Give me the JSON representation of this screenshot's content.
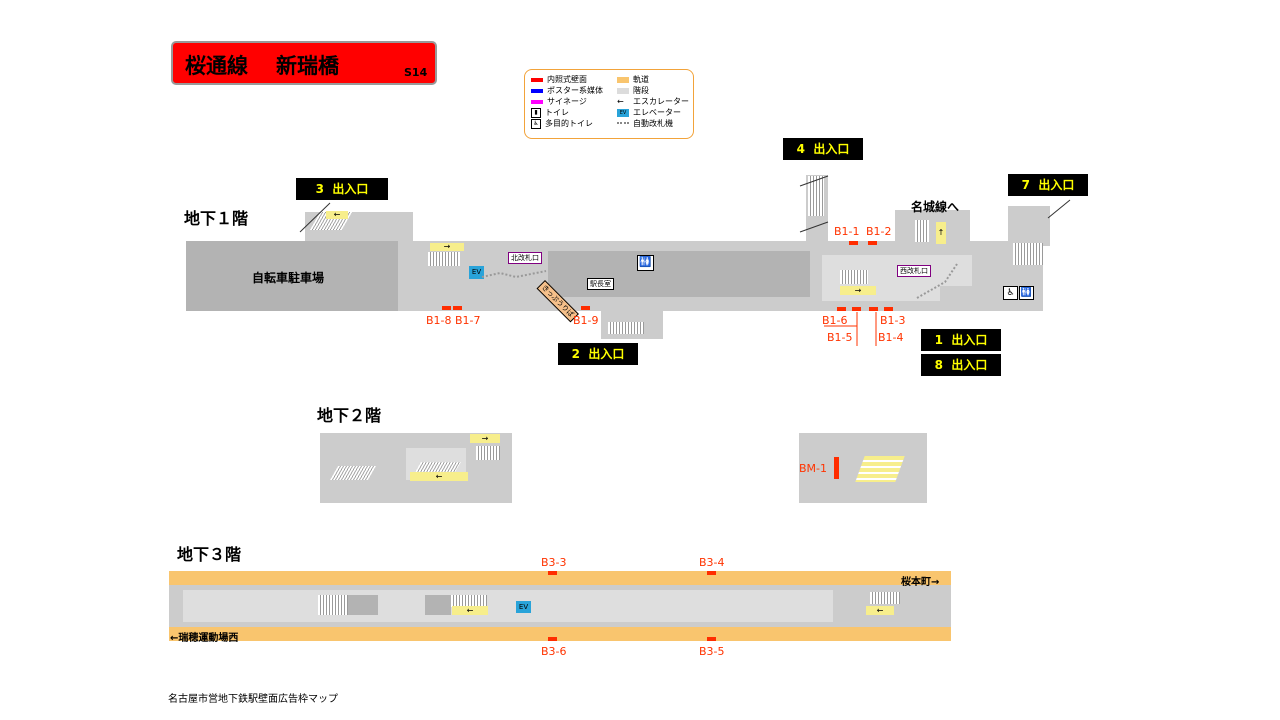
{
  "title": {
    "line": "桜通線",
    "station": "新瑞橋",
    "code": "S14"
  },
  "legend": {
    "items": [
      {
        "label": "内照式壁面",
        "color": "#ff0000"
      },
      {
        "label": "ポスター系媒体",
        "color": "#0000ff"
      },
      {
        "label": "サイネージ",
        "color": "#ff00ff"
      },
      {
        "label": "トイレ",
        "icon": "toilet-icon"
      },
      {
        "label": "多目的トイレ",
        "icon": "accessible-toilet-icon"
      },
      {
        "label": "軌道",
        "icon": "track-icon"
      },
      {
        "label": "階段",
        "icon": "stairs-icon"
      },
      {
        "label": "エスカレーター",
        "icon": "escalator-icon"
      },
      {
        "label": "エレベーター",
        "icon": "elevator-icon"
      },
      {
        "label": "自動改札機",
        "icon": "gate-icon"
      }
    ]
  },
  "floors": {
    "b1": "地下１階",
    "b2": "地下２階",
    "b3": "地下３階"
  },
  "exits": {
    "e1": {
      "num": "1",
      "label": "出入口"
    },
    "e2": {
      "num": "2",
      "label": "出入口"
    },
    "e3": {
      "num": "3",
      "label": "出入口"
    },
    "e4": {
      "num": "4",
      "label": "出入口"
    },
    "e7": {
      "num": "7",
      "label": "出入口"
    },
    "e8": {
      "num": "8",
      "label": "出入口"
    }
  },
  "rooms": {
    "bicycle": "自転車駐車場",
    "north_gate": "北改札口",
    "west_gate": "西改札口",
    "station_master": "駅長室",
    "kippu": "きっぷうりば",
    "meijo": "名城線へ",
    "ev": "EV"
  },
  "ads": {
    "b1_1": "B1-1",
    "b1_2": "B1-2",
    "b1_3": "B1-3",
    "b1_4": "B1-4",
    "b1_5": "B1-5",
    "b1_6": "B1-6",
    "b1_7": "B1-7",
    "b1_8": "B1-8",
    "b1_9": "B1-9",
    "bm_1": "BM-1",
    "b3_3": "B3-3",
    "b3_4": "B3-4",
    "b3_5": "B3-5",
    "b3_6": "B3-6"
  },
  "directions": {
    "sakuramoto": "桜本町→",
    "mizuho": "←瑞穂運動場西"
  },
  "footer": "名古屋市営地下鉄駅壁面広告枠マップ"
}
